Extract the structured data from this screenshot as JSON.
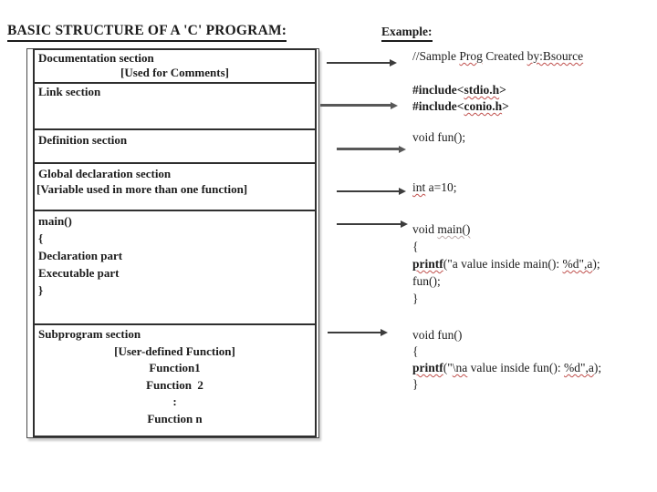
{
  "header": {
    "title": "BASIC STRUCTURE OF A 'C' PROGRAM:",
    "example_heading": "Example:"
  },
  "diagram": {
    "sections": [
      {
        "lines": [
          "Documentation section",
          "[Used for Comments]"
        ]
      },
      {
        "lines": [
          "Link section"
        ]
      },
      {
        "lines": [
          "Definition section"
        ]
      },
      {
        "lines": [
          "Global declaration section",
          "[Variable used in more than one function]"
        ]
      },
      {
        "lines": [
          "main()",
          "{",
          "Declaration part",
          "Executable part",
          "}"
        ]
      },
      {
        "lines": [
          "Subprogram section",
          "[User-defined Function]",
          "Function1",
          "Function  2",
          ":",
          "Function n"
        ]
      }
    ]
  },
  "code": {
    "blocks": [
      {
        "lines": [
          [
            {
              "t": "//Sample "
            },
            {
              "t": "Prog",
              "sq": true
            },
            {
              "t": " Created "
            },
            {
              "t": "by:Bsource",
              "sq": true
            }
          ]
        ]
      },
      {
        "lines": [
          [
            {
              "t": "#include<",
              "b": true
            },
            {
              "t": "stdio.h",
              "b": true,
              "sq": true
            },
            {
              "t": ">",
              "b": true
            }
          ],
          [
            {
              "t": "#include<",
              "b": true
            },
            {
              "t": "conio.h",
              "b": true,
              "sq": true
            },
            {
              "t": ">",
              "b": true
            }
          ]
        ]
      },
      {
        "lines": [
          [
            {
              "t": "void fun();"
            }
          ]
        ]
      },
      {
        "lines": [
          [
            {
              "t": "int",
              "sq": true
            },
            {
              "t": " a=10;"
            }
          ]
        ]
      },
      {
        "lines": [
          [
            {
              "t": "void "
            },
            {
              "t": "main()",
              "g": true
            }
          ],
          [
            {
              "t": "{"
            }
          ],
          [
            {
              "t": "printf",
              "b": true,
              "sq": true
            },
            {
              "t": "(\"a value inside main(): "
            },
            {
              "t": "%d\",a",
              "sq": true
            },
            {
              "t": ");"
            }
          ],
          [
            {
              "t": "fun();"
            }
          ],
          [
            {
              "t": "}"
            }
          ]
        ]
      },
      {
        "lines": [
          [
            {
              "t": "void fun()"
            }
          ],
          [
            {
              "t": "{"
            }
          ],
          [
            {
              "t": "printf",
              "b": true,
              "sq": true
            },
            {
              "t": "(\""
            },
            {
              "t": "\\na",
              "sq": true
            },
            {
              "t": " value inside fun(): "
            },
            {
              "t": "%d\",a",
              "sq": true
            },
            {
              "t": ");"
            }
          ],
          [
            {
              "t": "}"
            }
          ]
        ]
      }
    ]
  },
  "colors": {
    "squiggle_red": "#c0504d",
    "box_border": "#2f2f2f",
    "text": "#1b1b1b"
  }
}
